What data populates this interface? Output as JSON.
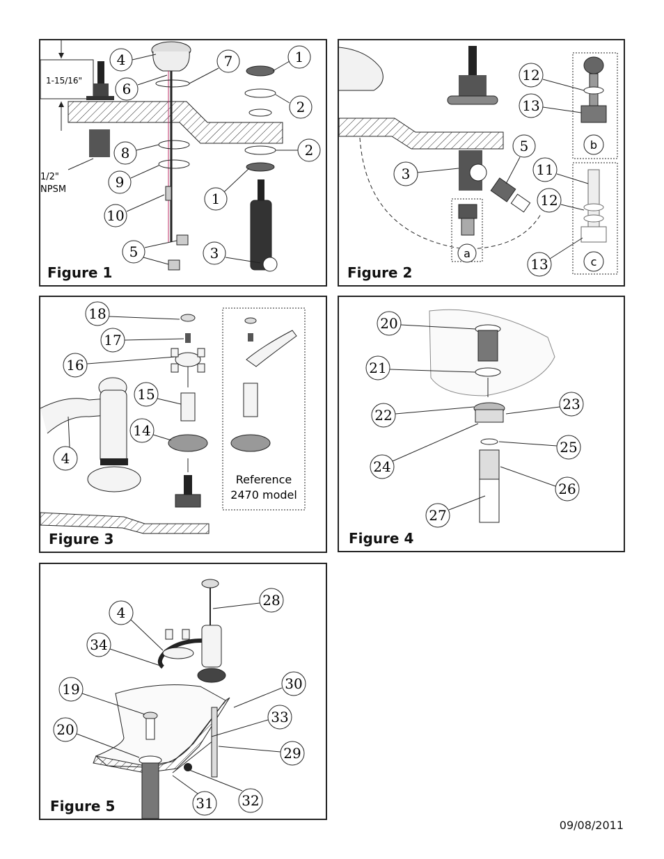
{
  "figures": [
    {
      "label": "Figure 1"
    },
    {
      "label": "Figure 2"
    },
    {
      "label": "Figure 3"
    },
    {
      "label": "Figure 4"
    },
    {
      "label": "Figure 5"
    }
  ],
  "fig1": {
    "dimension": "1-15/16\"",
    "thread_line1": "1/2\"",
    "thread_line2": "NPSM",
    "callouts": [
      "4",
      "7",
      "1",
      "6",
      "2",
      "8",
      "2",
      "9",
      "1",
      "10",
      "5",
      "3"
    ]
  },
  "fig2": {
    "callouts": [
      "12",
      "13",
      "5",
      "3",
      "11",
      "12",
      "13"
    ],
    "letters": [
      "b",
      "a",
      "c"
    ]
  },
  "fig3": {
    "callouts": [
      "18",
      "17",
      "16",
      "15",
      "14",
      "4"
    ],
    "reference_line1": "Reference",
    "reference_line2": "2470 model"
  },
  "fig4": {
    "callouts": [
      "20",
      "21",
      "22",
      "23",
      "25",
      "24",
      "26",
      "27"
    ]
  },
  "fig5": {
    "callouts": [
      "28",
      "4",
      "34",
      "30",
      "19",
      "33",
      "20",
      "29",
      "32",
      "31"
    ]
  },
  "footer": {
    "date": "09/08/2011"
  },
  "colors": {
    "line": "#222222",
    "accent": "#c0306a",
    "frame": "#222222"
  }
}
